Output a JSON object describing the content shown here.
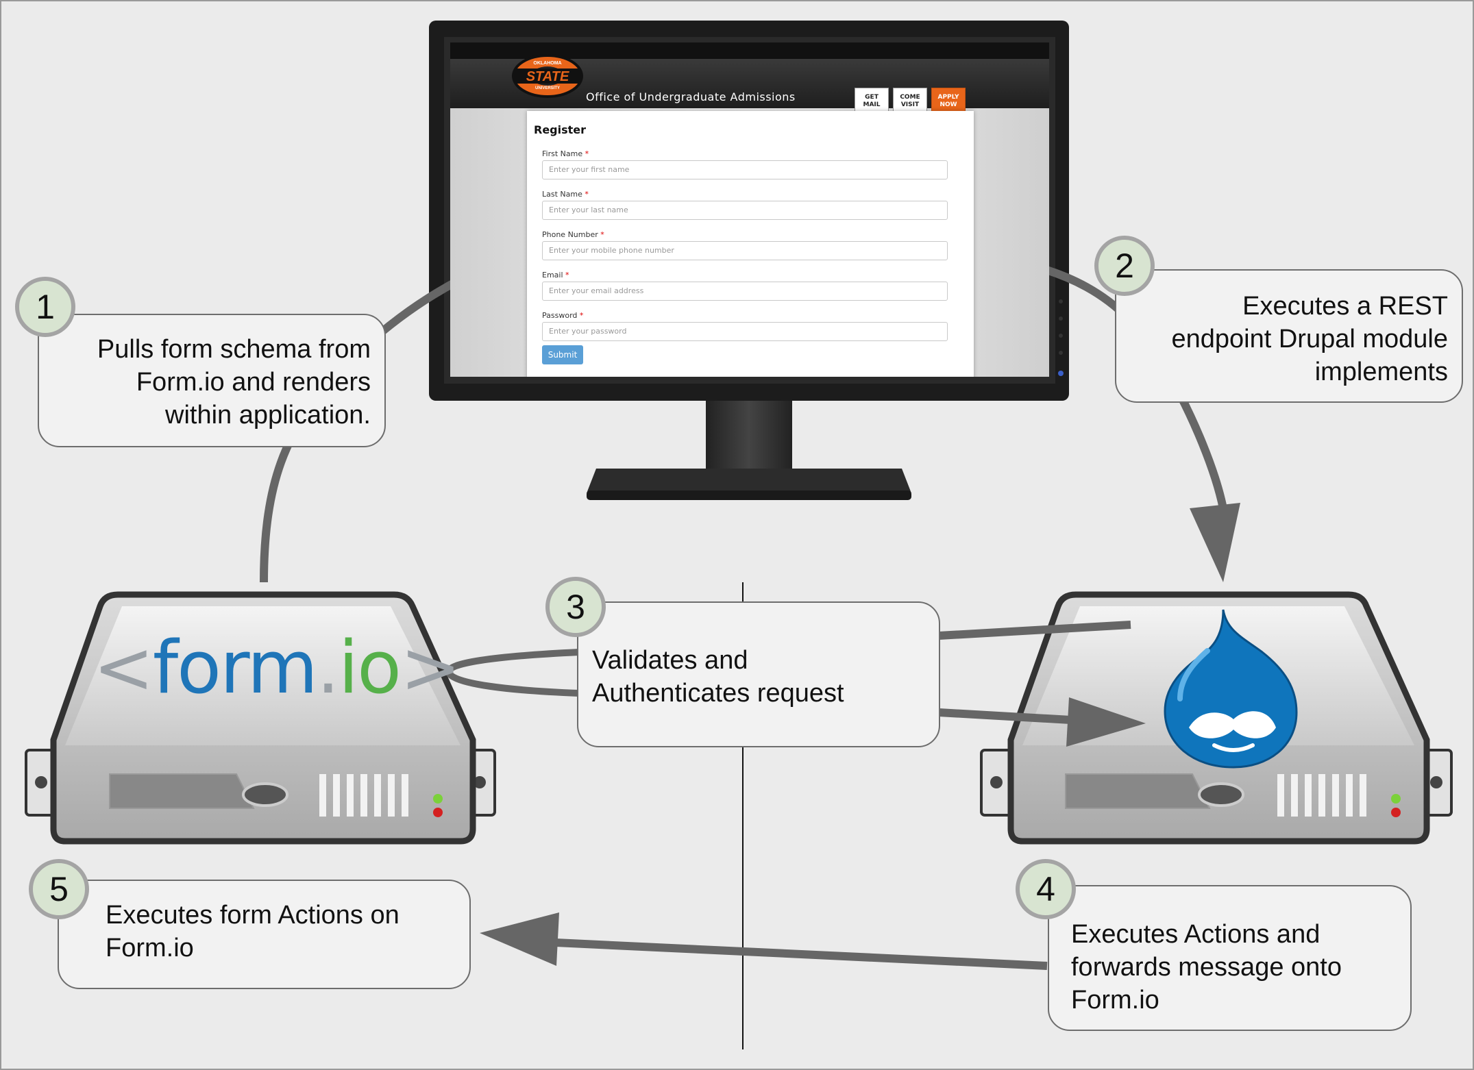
{
  "steps": [
    {
      "number": "1",
      "text": "Pulls form schema from\nForm.io and renders\nwithin application."
    },
    {
      "number": "2",
      "text": "Executes a REST\nendpoint Drupal module\nimplements"
    },
    {
      "number": "3",
      "text": "Validates and\nAuthenticates request"
    },
    {
      "number": "4",
      "text": "Executes Actions and\nforwards message onto\nForm.io"
    },
    {
      "number": "5",
      "text": "Executes form Actions on\nForm.io"
    }
  ],
  "servers": {
    "left": {
      "logo_bracket_open": "<",
      "logo_form": "form",
      "logo_dot": ".",
      "logo_io": "io",
      "logo_bracket_close": ">",
      "logo_icon": "formio-logo"
    },
    "right": {
      "logo_icon": "drupal-drop-icon"
    }
  },
  "website": {
    "logo_top": "OKLAHOMA",
    "logo_main": "STATE",
    "logo_bottom": "UNIVERSITY",
    "title": "Office of Undergraduate Admissions",
    "buttons": [
      "GET\nMAIL",
      "COME\nVISIT",
      "APPLY\nNOW"
    ],
    "form": {
      "title": "Register",
      "fields": [
        {
          "label": "First Name",
          "required": "*",
          "placeholder": "Enter your first name"
        },
        {
          "label": "Last Name",
          "required": "*",
          "placeholder": "Enter your last name"
        },
        {
          "label": "Phone Number",
          "required": "*",
          "placeholder": "Enter your mobile phone number"
        },
        {
          "label": "Email",
          "required": "*",
          "placeholder": "Enter your email address"
        },
        {
          "label": "Password",
          "required": "*",
          "placeholder": "Enter your password"
        }
      ],
      "submit_label": "Submit"
    }
  },
  "colors": {
    "arrow": "#666666",
    "badge_fill": "#d8e4d1",
    "formio_blue": "#1f75b8",
    "formio_green": "#56b04a",
    "drupal_blue": "#0f75bc",
    "apply_orange": "#e8651a"
  }
}
